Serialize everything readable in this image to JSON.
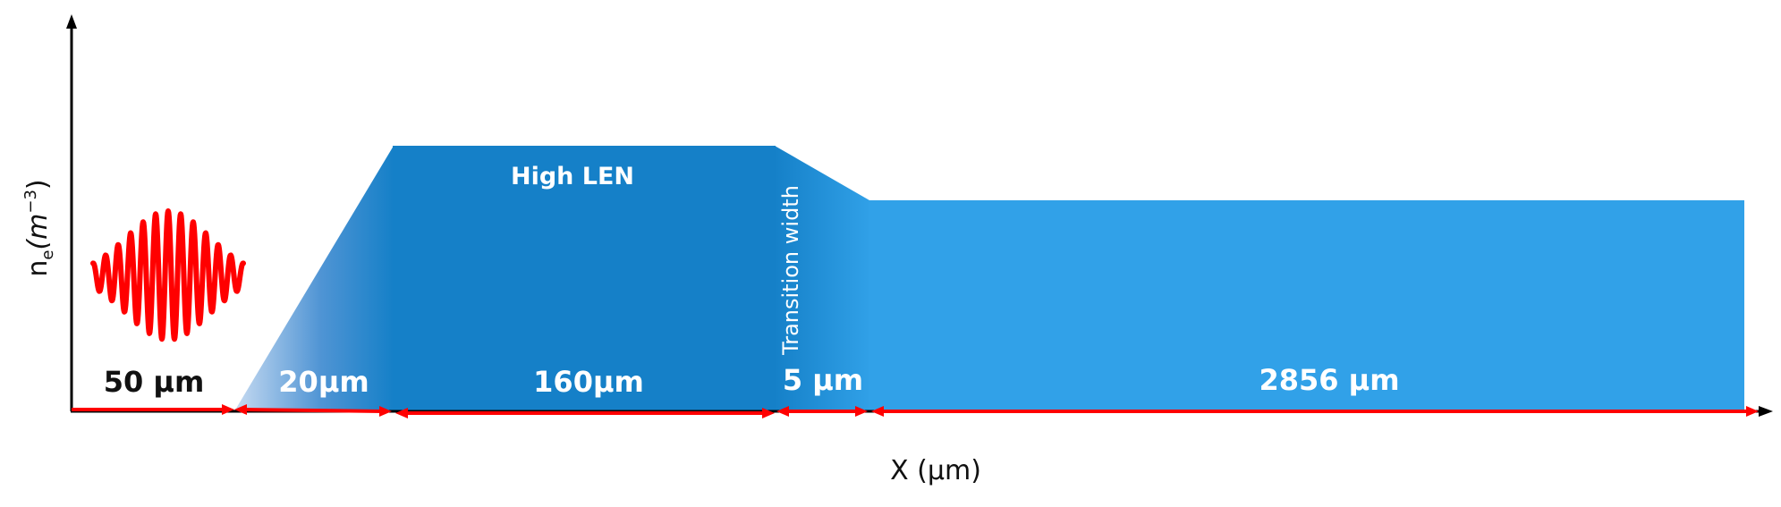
{
  "diagram": {
    "y_axis_label_base": "n",
    "y_axis_label_sub": "e",
    "y_axis_label_unit": "(m",
    "y_axis_label_exp": "−3",
    "y_axis_label_close": ")",
    "x_axis_label": "X (μm)",
    "regions": {
      "high_len": "High LEN",
      "transition": "Transition width"
    },
    "segments": [
      {
        "label": "50 μm"
      },
      {
        "label": "20μm"
      },
      {
        "label": "160μm"
      },
      {
        "label": "5 μm"
      },
      {
        "label": "2856 μm"
      }
    ],
    "colors": {
      "high_density": "#1580c8",
      "plateau": "#31a1e8",
      "ramp_start": "#c9dcf2",
      "arrow": "#ff0000",
      "pulse": "#ff0000",
      "axis": "#000000"
    }
  }
}
